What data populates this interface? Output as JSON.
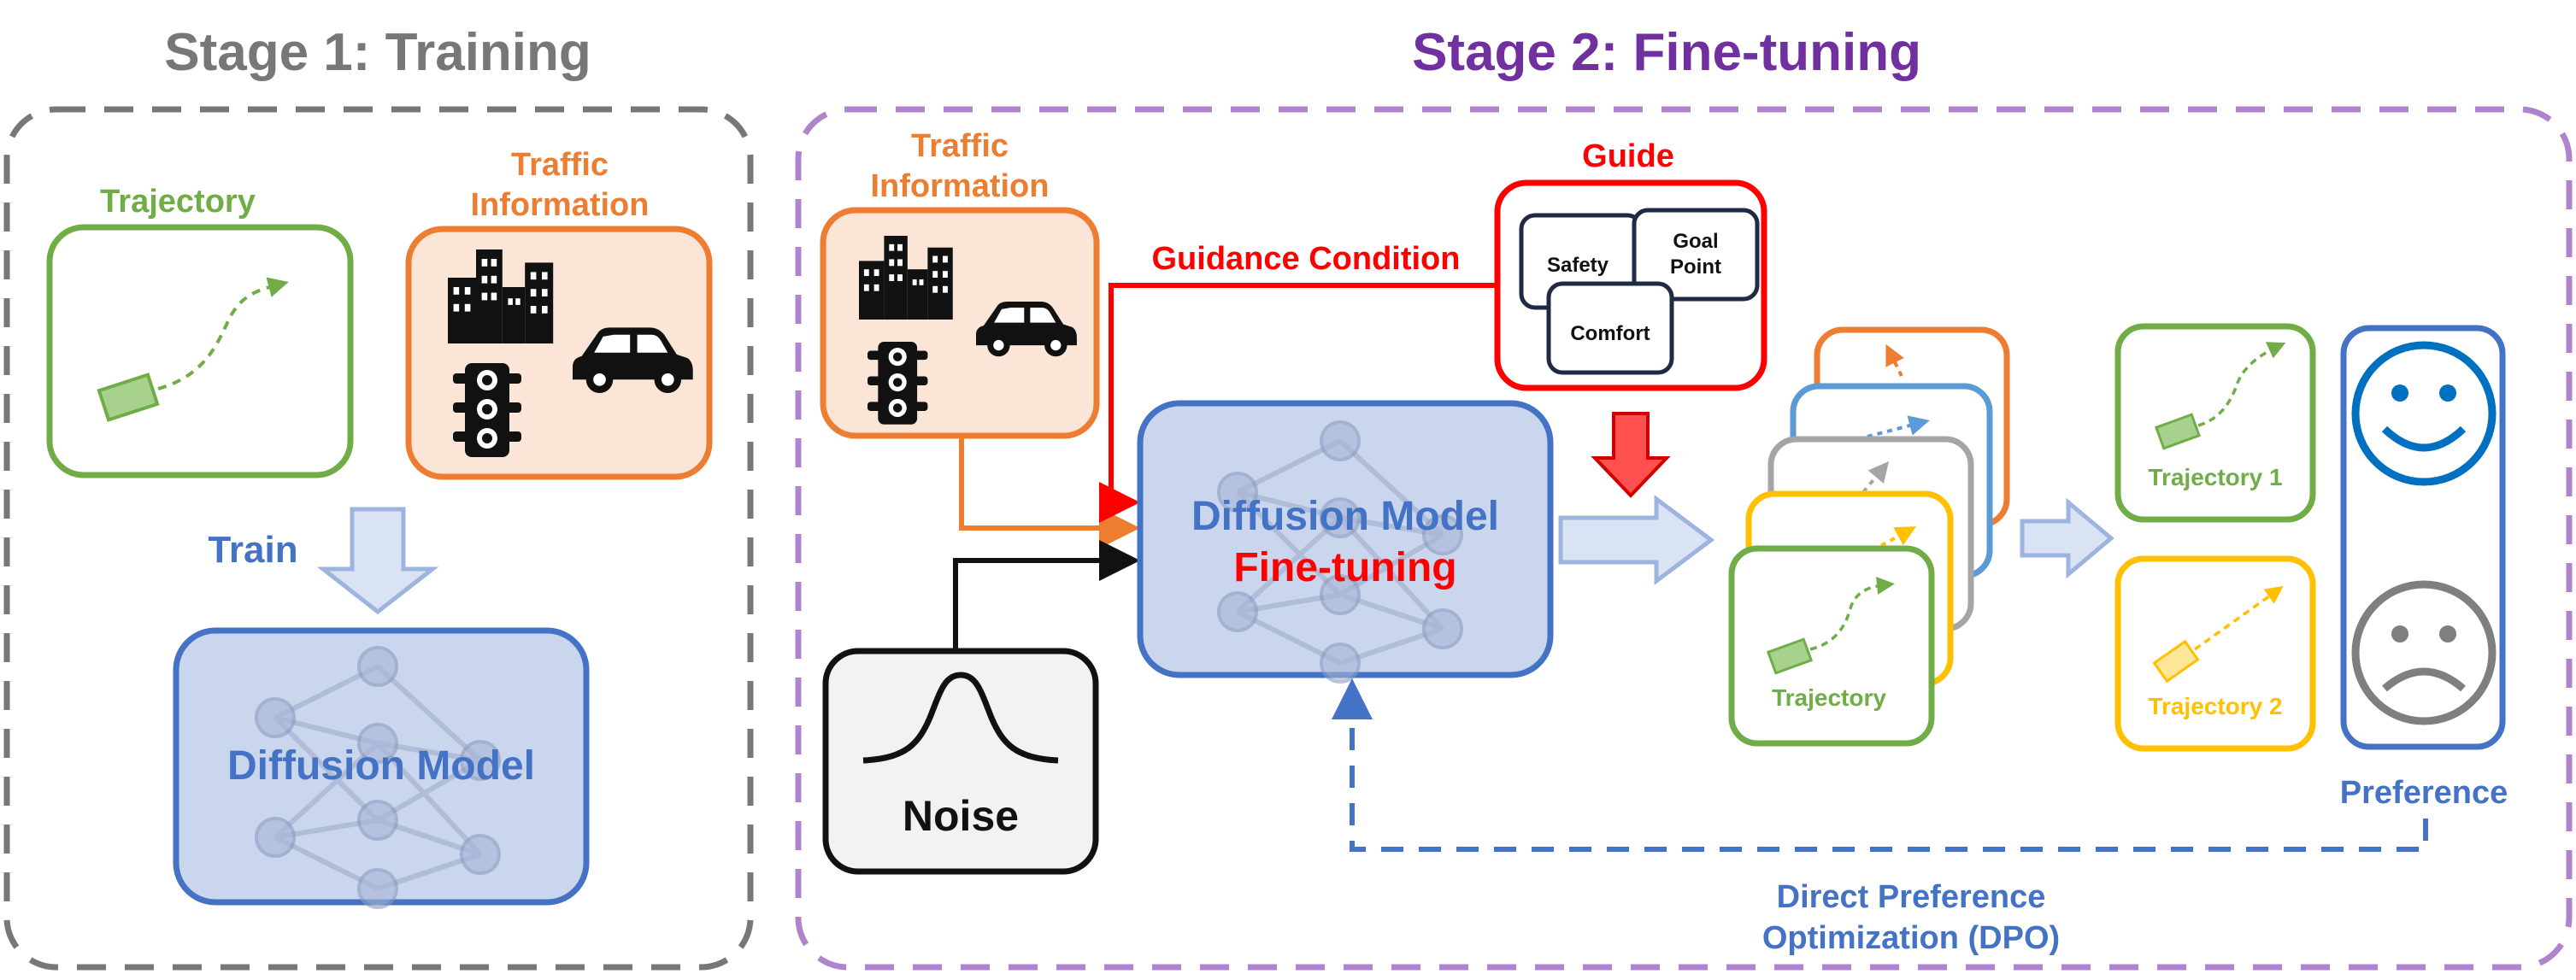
{
  "stage1": {
    "title": "Stage 1: Training",
    "trajectory": "Trajectory",
    "traffic_line1": "Traffic",
    "traffic_line2": "Information",
    "train": "Train",
    "model": "Diffusion Model"
  },
  "stage2": {
    "title": "Stage 2: Fine-tuning",
    "traffic_line1": "Traffic",
    "traffic_line2": "Information",
    "guidance": "Guidance Condition",
    "guide": "Guide",
    "safety": "Safety",
    "goal_line1": "Goal",
    "goal_line2": "Point",
    "comfort": "Comfort",
    "model_line1": "Diffusion Model",
    "model_line2": "Fine-tuning",
    "noise": "Noise",
    "stack_label": "Trajectory",
    "traj1": "Trajectory 1",
    "traj2": "Trajectory 2",
    "preference": "Preference",
    "dpo_line1": "Direct Preference",
    "dpo_line2": "Optimization (DPO)"
  },
  "colors": {
    "gray": "#777777",
    "purple": "#7030a0",
    "green": "#70ad47",
    "orange": "#ed7d31",
    "blue": "#4472c4",
    "red": "#ff0000",
    "yellow": "#ffc000"
  }
}
